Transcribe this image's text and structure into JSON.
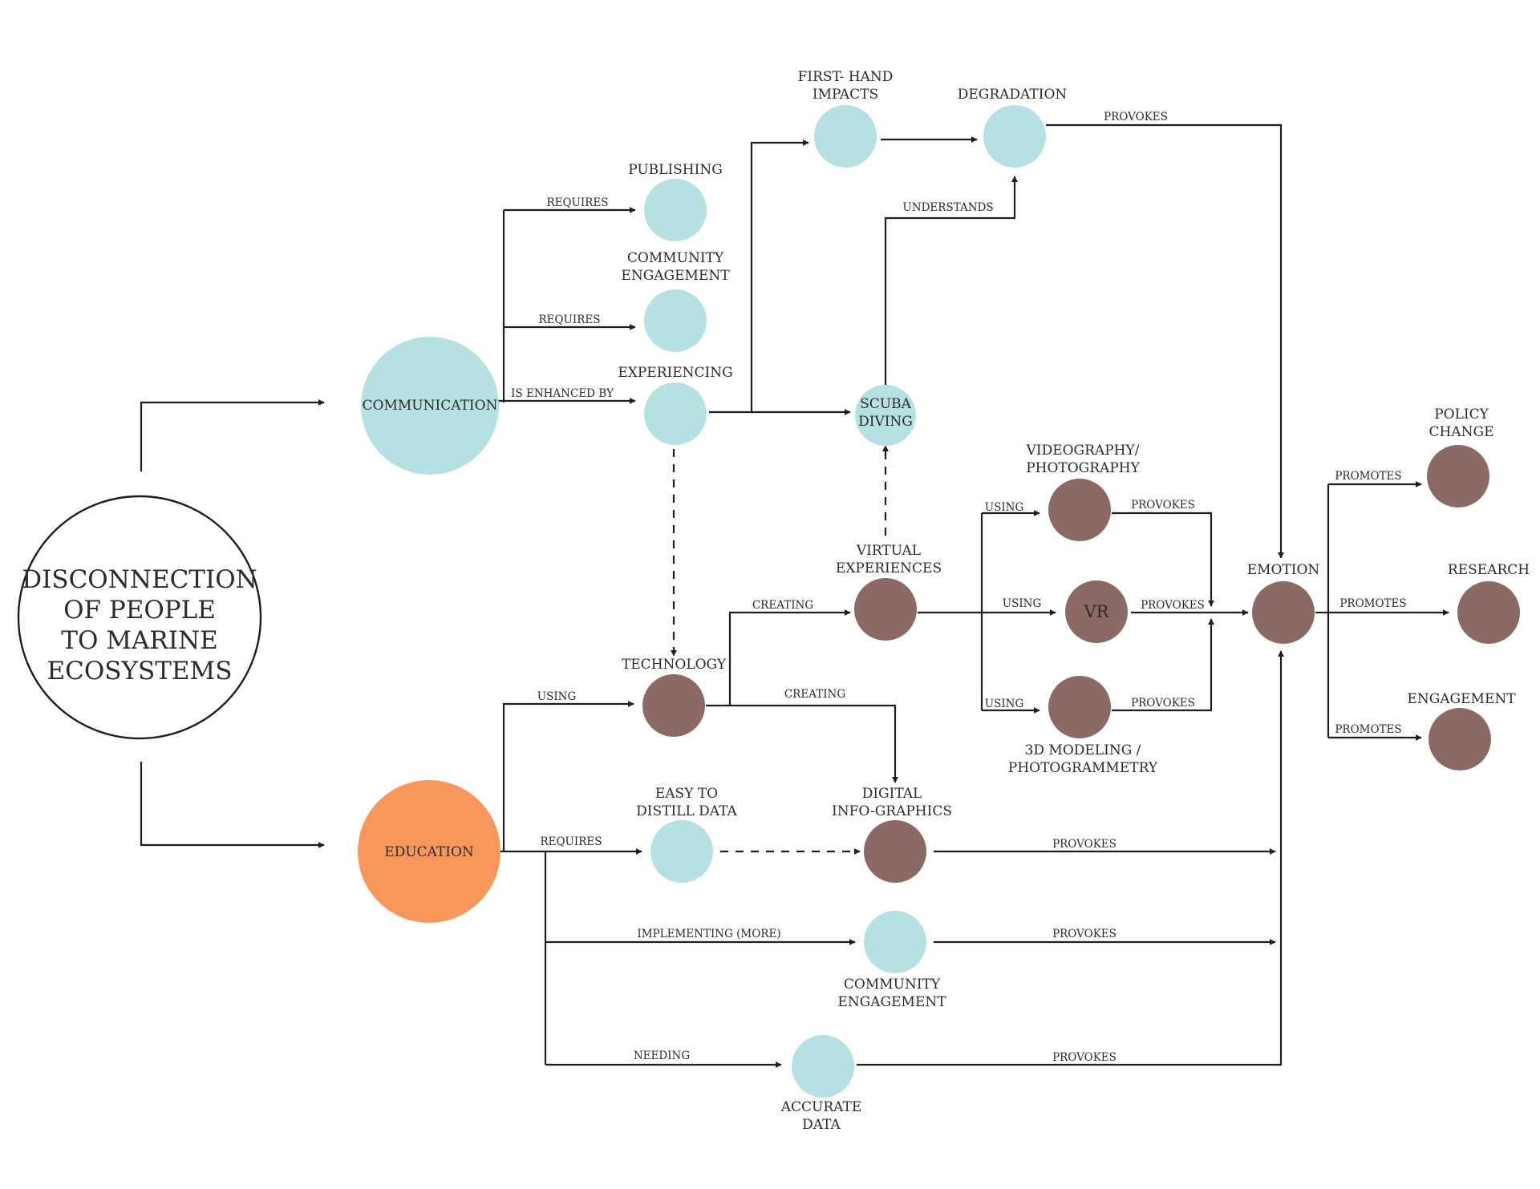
{
  "colors": {
    "light_blue": "#b5e1e2",
    "brown": "#8b6a66",
    "orange": "#f7975b",
    "line": "#1e1e1e"
  },
  "root": {
    "lines": [
      "DISCONNECTION",
      "OF PEOPLE",
      "TO MARINE",
      "ECOSYSTEMS"
    ]
  },
  "nodes": {
    "communication": {
      "label": "COMMUNICATION",
      "color": "light_blue"
    },
    "education": {
      "label": "EDUCATION",
      "color": "orange"
    },
    "publishing": {
      "label": "PUBLISHING",
      "color": "light_blue"
    },
    "community_engagement_top": {
      "lines": [
        "COMMUNITY",
        "ENGAGEMENT"
      ],
      "color": "light_blue"
    },
    "experiencing": {
      "label": "EXPERIENCING",
      "color": "light_blue"
    },
    "first_hand_impacts": {
      "lines": [
        "FIRST- HAND",
        "IMPACTS"
      ],
      "color": "light_blue"
    },
    "degradation": {
      "label": "DEGRADATION",
      "color": "light_blue"
    },
    "scuba_diving": {
      "lines": [
        "SCUBA",
        "DIVING"
      ],
      "color": "light_blue"
    },
    "technology": {
      "label": "TECHNOLOGY",
      "color": "brown"
    },
    "virtual_experiences": {
      "lines": [
        "VIRTUAL",
        "EXPERIENCES"
      ],
      "color": "brown"
    },
    "videography": {
      "lines": [
        "VIDEOGRAPHY/",
        "PHOTOGRAPHY"
      ],
      "color": "brown"
    },
    "vr": {
      "label": "VR",
      "color": "brown"
    },
    "modeling_3d": {
      "lines": [
        "3D MODELING /",
        "PHOTOGRAMMETRY"
      ],
      "color": "brown"
    },
    "emotion": {
      "label": "EMOTION",
      "color": "brown"
    },
    "policy_change": {
      "lines": [
        "POLICY",
        "CHANGE"
      ],
      "color": "brown"
    },
    "research": {
      "label": "RESEARCH",
      "color": "brown"
    },
    "engagement": {
      "label": "ENGAGEMENT",
      "color": "brown"
    },
    "easy_to_distill": {
      "lines": [
        "EASY TO",
        "DISTILL DATA"
      ],
      "color": "light_blue"
    },
    "digital_infographics": {
      "lines": [
        "DIGITAL",
        "INFO-GRAPHICS"
      ],
      "color": "brown"
    },
    "community_engagement_bottom": {
      "lines": [
        "COMMUNITY",
        "ENGAGEMENT"
      ],
      "color": "light_blue"
    },
    "accurate_data": {
      "lines": [
        "ACCURATE",
        "DATA"
      ],
      "color": "light_blue"
    }
  },
  "edge_labels": {
    "requires_publishing": "REQUIRES",
    "requires_community": "REQUIRES",
    "is_enhanced_by": "IS ENHANCED BY",
    "understands": "UNDERSTANDS",
    "provokes_degradation": "PROVOKES",
    "using_technology": "USING",
    "creating_virtual": "CREATING",
    "creating_infographics": "CREATING",
    "using_videography": "USING",
    "using_vr": "USING",
    "using_3d": "USING",
    "provokes_videography": "PROVOKES",
    "provokes_vr": "PROVOKES",
    "provokes_3d": "PROVOKES",
    "promotes_policy": "PROMOTES",
    "promotes_research": "PROMOTES",
    "promotes_engagement": "PROMOTES",
    "requires_easy": "REQUIRES",
    "implementing_more": "IMPLEMENTING (MORE)",
    "needing": "NEEDING",
    "provokes_infographics": "PROVOKES",
    "provokes_community": "PROVOKES",
    "provokes_accurate": "PROVOKES"
  }
}
